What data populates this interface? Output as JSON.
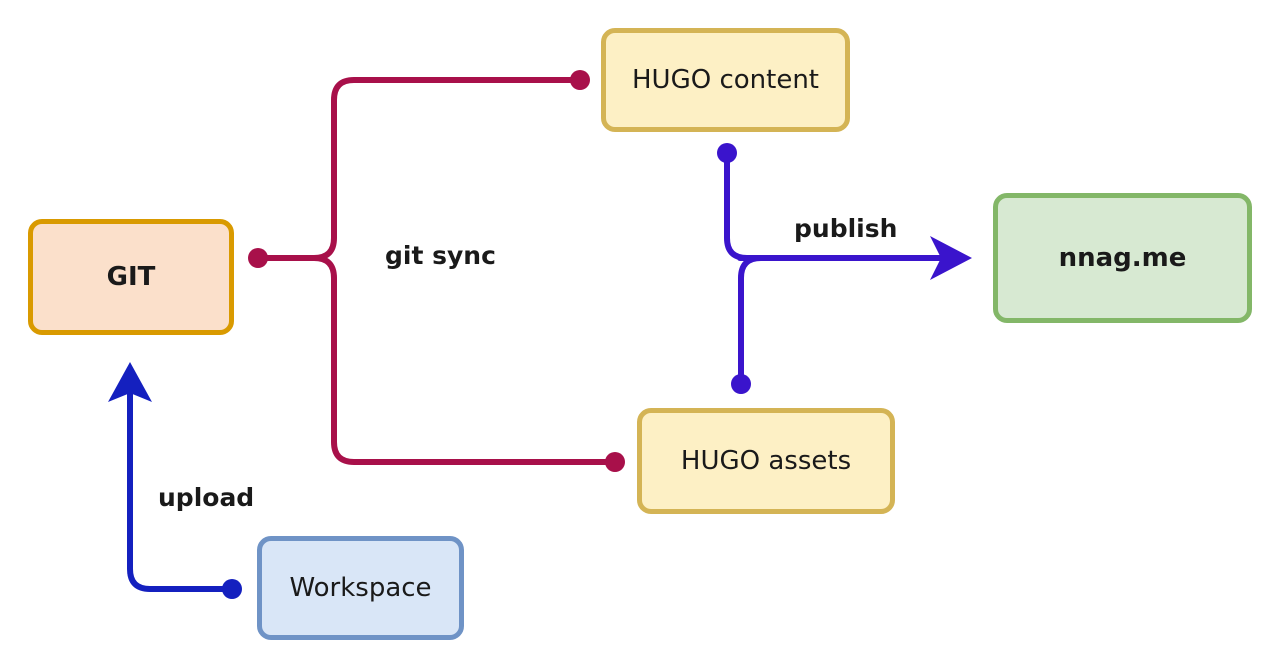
{
  "nodes": {
    "git": {
      "label": "GIT",
      "fill": "#fbe0cb",
      "stroke": "#d99a00"
    },
    "hugo_content": {
      "label": "HUGO content",
      "fill": "#fdf0c5",
      "stroke": "#d4b455"
    },
    "hugo_assets": {
      "label": "HUGO assets",
      "fill": "#fdf0c5",
      "stroke": "#d4b455"
    },
    "site": {
      "label": "nnag.me",
      "fill": "#d7e9d2",
      "stroke": "#83b768"
    },
    "workspace": {
      "label": "Workspace",
      "fill": "#d9e6f7",
      "stroke": "#6f93c6"
    }
  },
  "edges": {
    "git_sync": {
      "label": "git sync",
      "color": "#a8104a"
    },
    "publish": {
      "label": "publish",
      "color": "#3a14cc"
    },
    "upload": {
      "label": "upload",
      "color": "#1420bf"
    }
  }
}
